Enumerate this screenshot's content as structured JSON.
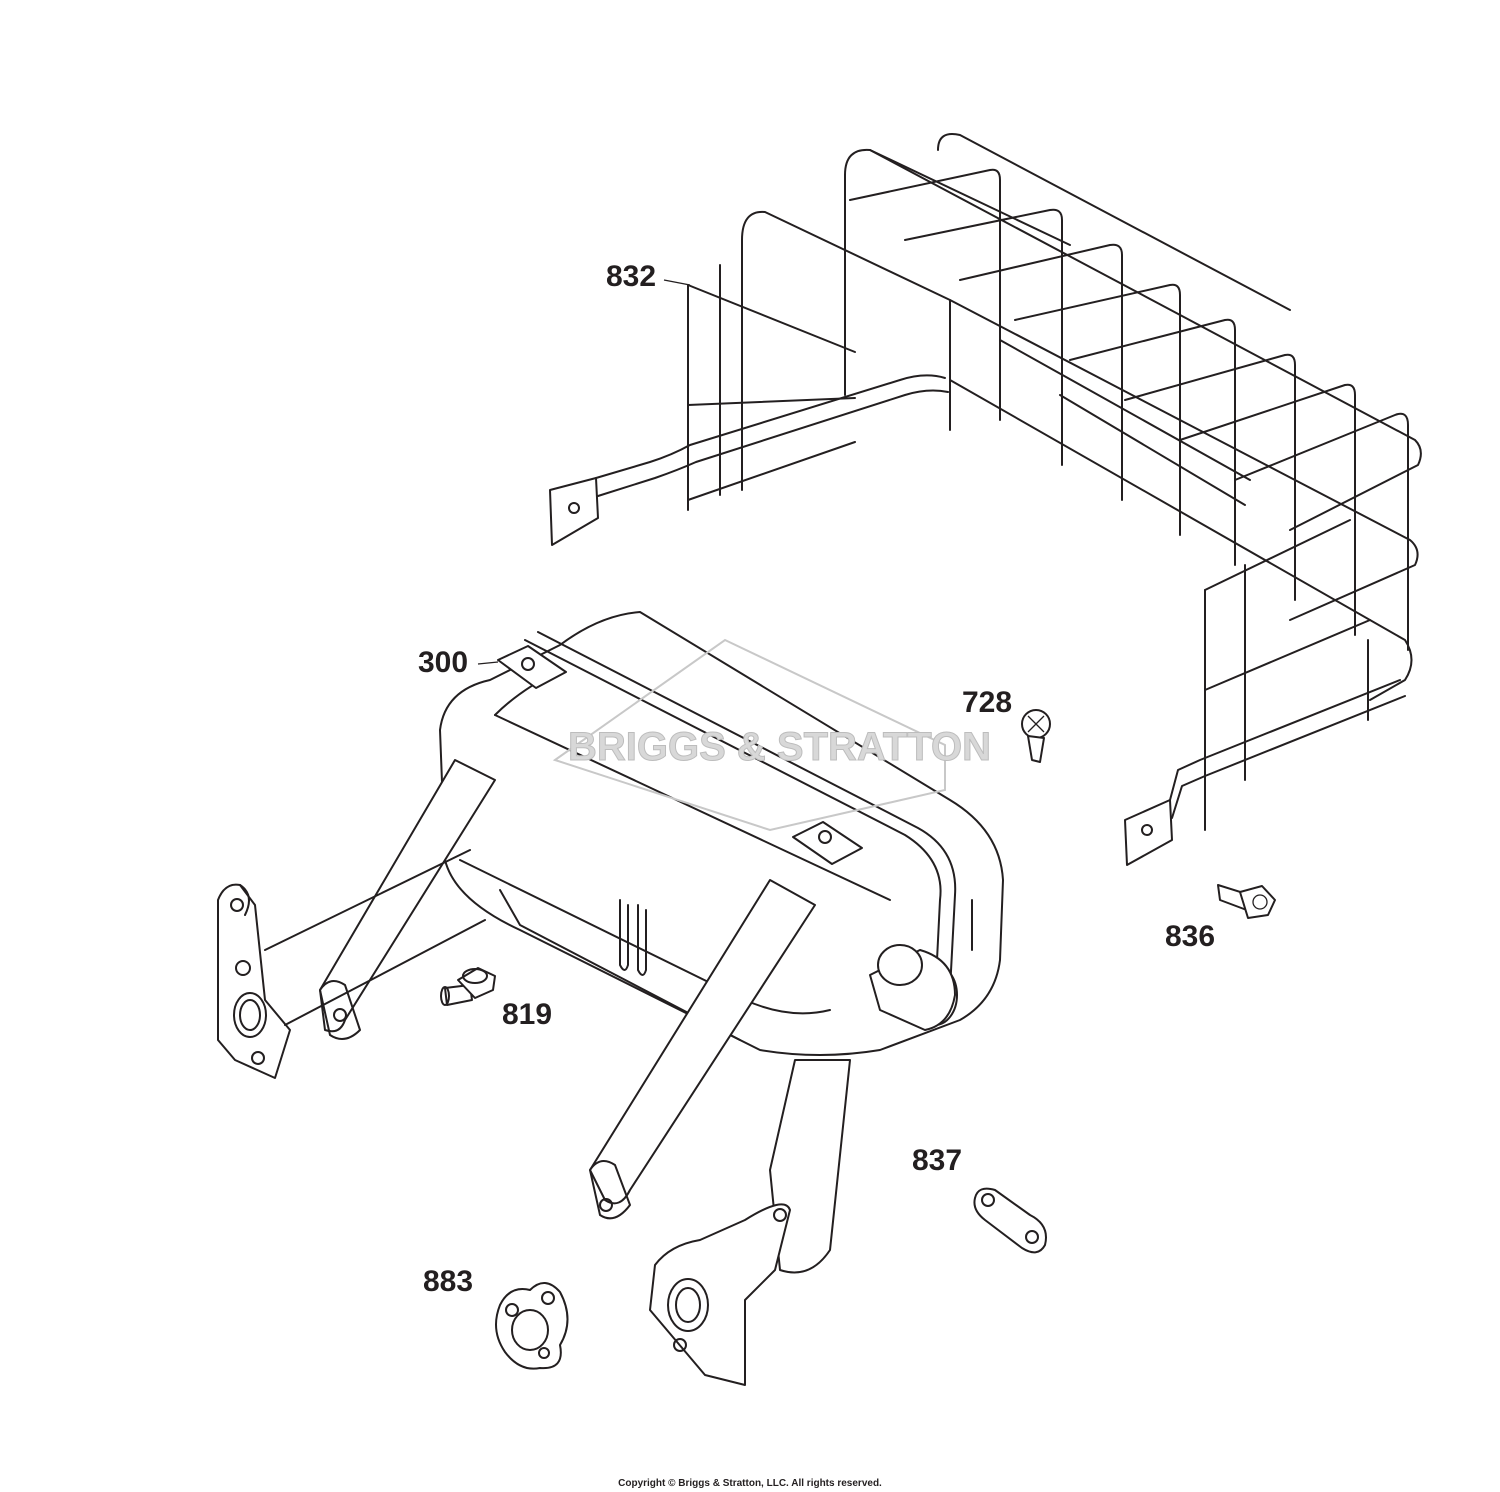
{
  "diagram": {
    "watermark_text": "BRIGGS & STRATTON",
    "labels": {
      "p832": "832",
      "p300": "300",
      "p728": "728",
      "p836": "836",
      "p819": "819",
      "p837": "837",
      "p883": "883"
    },
    "copyright": "Copyright © Briggs & Stratton, LLC. All rights reserved.",
    "line_color": "#231f20"
  }
}
